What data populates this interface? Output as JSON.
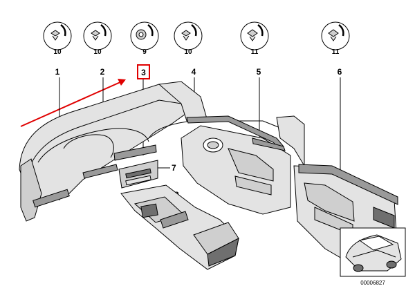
{
  "callouts": [
    {
      "number": "1",
      "qty": "10"
    },
    {
      "number": "2",
      "qty": "10"
    },
    {
      "number": "3",
      "qty": "9",
      "highlighted": true
    },
    {
      "number": "4",
      "qty": "10"
    },
    {
      "number": "5",
      "qty": "11"
    },
    {
      "number": "6",
      "qty": "11"
    }
  ],
  "side_callouts": [
    "7",
    "8"
  ],
  "highlight_color": "#e00000",
  "arrow_color": "#e00000",
  "diagram_id": "00006827"
}
